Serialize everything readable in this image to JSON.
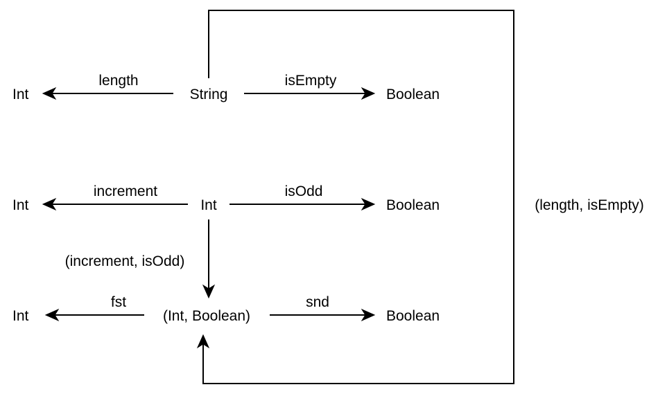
{
  "nodes": {
    "string": "String",
    "int_left_1": "Int",
    "boolean_right_1": "Boolean",
    "int_center": "Int",
    "int_left_2": "Int",
    "boolean_right_2": "Boolean",
    "pair": "(Int, Boolean)",
    "int_left_3": "Int",
    "boolean_right_3": "Boolean"
  },
  "edges": {
    "length": "length",
    "is_empty": "isEmpty",
    "increment": "increment",
    "is_odd": "isOdd",
    "increment_is_odd": "(increment, isOdd)",
    "fst": "fst",
    "snd": "snd",
    "length_is_empty": "(length, isEmpty)"
  }
}
